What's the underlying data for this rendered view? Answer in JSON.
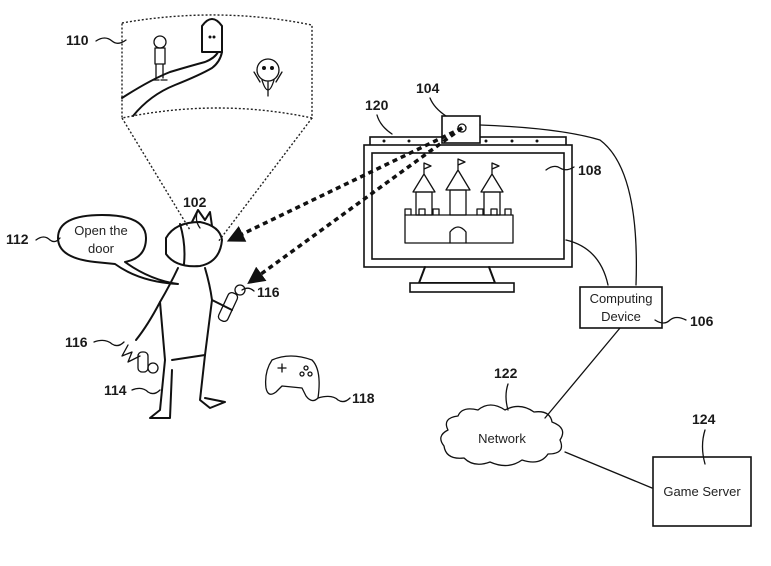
{
  "diagram": {
    "title": "Gaming system with head-mounted display",
    "refs": {
      "hmd": "102",
      "camera": "104",
      "computing_device": "106",
      "display": "108",
      "virtual_view": "110",
      "speech": "112",
      "user": "114",
      "controller_right": "116",
      "controller_left": "116",
      "gamepad": "118",
      "light_bar": "120",
      "network": "122",
      "game_server": "124"
    },
    "speech_bubble": {
      "line1": "Open the",
      "line2": "door"
    },
    "computing_device": {
      "line1": "Computing",
      "line2": "Device"
    },
    "network_label": "Network",
    "game_server_label": "Game Server"
  }
}
